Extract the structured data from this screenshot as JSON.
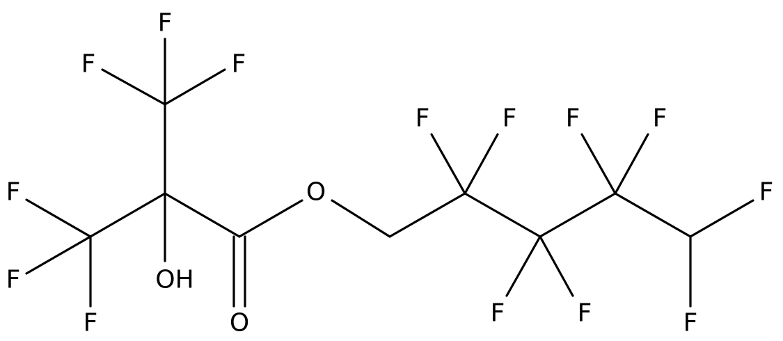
{
  "molecule": {
    "atoms": {
      "f_top": "F",
      "f_upper_left": "F",
      "f_upper_right": "F",
      "f_left_upper": "F",
      "f_left_lower": "F",
      "f_bottom_left": "F",
      "hydroxyl": "OH",
      "carbonyl_o": "O",
      "ester_o": "O",
      "f_c2_a": "F",
      "f_c2_b": "F",
      "f_c3_a": "F",
      "f_c3_b": "F",
      "f_c4_a": "F",
      "f_c4_b": "F",
      "f_c5_a": "F",
      "f_c5_b": "F"
    }
  }
}
